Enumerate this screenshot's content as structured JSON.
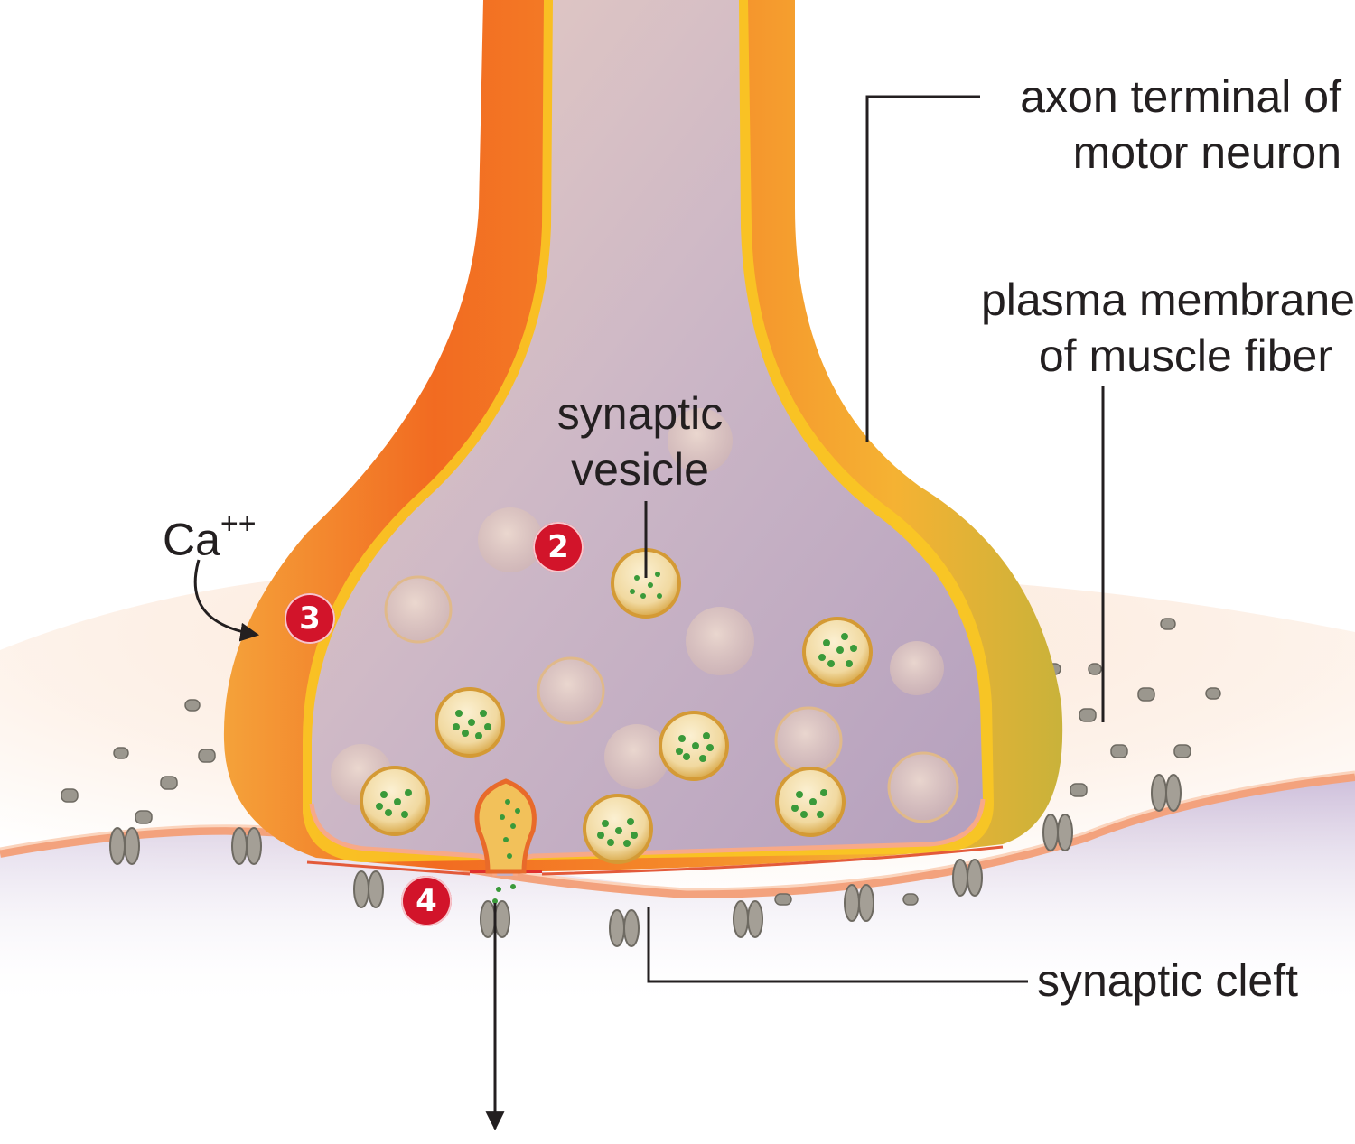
{
  "labels": {
    "axon_terminal_line1": "axon terminal of",
    "axon_terminal_line2": "motor neuron",
    "plasma_membrane_line1": "plasma membrane",
    "plasma_membrane_line2": "of muscle fiber",
    "synaptic_vesicle_line1": "synaptic",
    "synaptic_vesicle_line2": "vesicle",
    "calcium": "Ca",
    "calcium_charge": "++",
    "synaptic_cleft": "synaptic cleft"
  },
  "steps": [
    "2",
    "3",
    "4"
  ],
  "colors": {
    "axon_outer": "#f26b21",
    "axon_yellow": "#f9c623",
    "cytoplasm": "#c7b3c4",
    "vesicle_fill": "#f1d9a0",
    "neurotransmitter": "#3a9a3a",
    "muscle_membrane": "#f3a27d",
    "receptor": "#9b978e",
    "badge": "#d2142a",
    "line": "#231f20"
  }
}
